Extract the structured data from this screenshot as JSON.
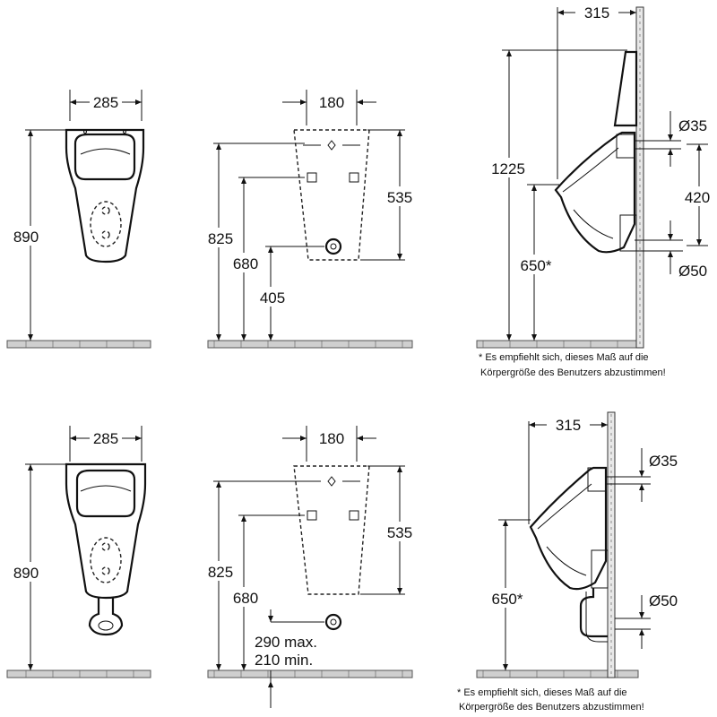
{
  "top": {
    "front": {
      "width": "285",
      "height": "890"
    },
    "mount": {
      "width": "180",
      "total": "825",
      "upper": "680",
      "outlet": "405",
      "frame": "535"
    },
    "side": {
      "depth": "315",
      "height": "1225",
      "rim": "650*",
      "inlet_diam": "Ø35",
      "spacing": "420",
      "outlet_diam": "Ø50"
    },
    "note_line1": "* Es empfiehlt sich, dieses Maß auf die",
    "note_line2": "Körpergröße des Benutzers abzustimmen!"
  },
  "bottom": {
    "front": {
      "width": "285",
      "height": "890"
    },
    "mount": {
      "width": "180",
      "total": "825",
      "upper": "680",
      "max": "290 max.",
      "min": "210 min.",
      "frame": "535"
    },
    "side": {
      "depth": "315",
      "rim": "650*",
      "inlet_diam": "Ø35",
      "outlet_diam": "Ø50"
    },
    "note_line1": "* Es empfiehlt sich, dieses Maß auf die",
    "note_line2": "Körpergröße des Benutzers abzustimmen!"
  }
}
